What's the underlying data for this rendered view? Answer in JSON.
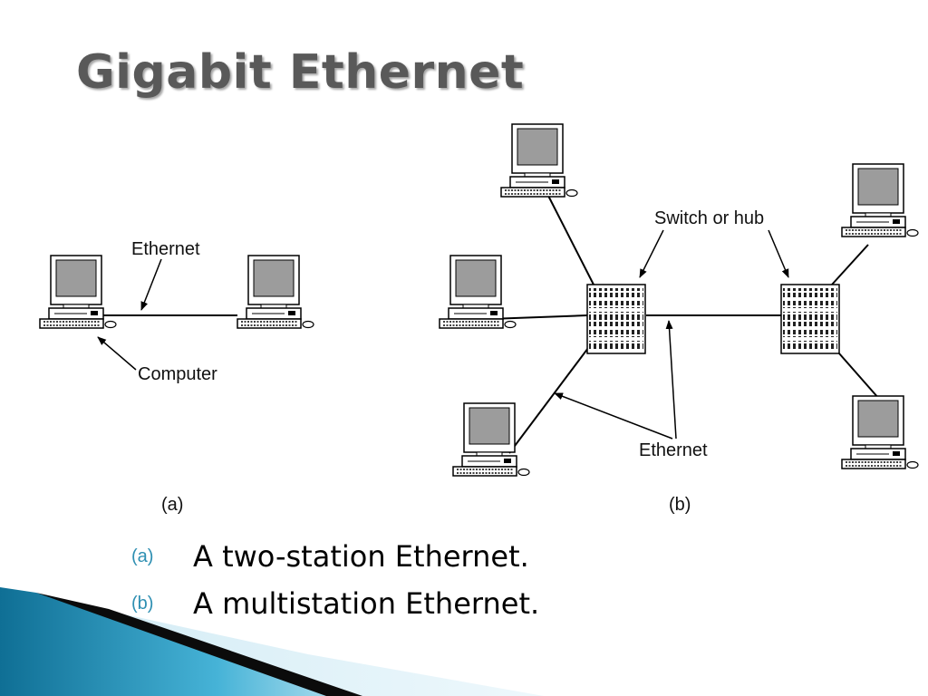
{
  "slide": {
    "title": "Gigabit Ethernet"
  },
  "diagram": {
    "label_ethernet_a": "Ethernet",
    "label_computer": "Computer",
    "label_switch": "Switch or hub",
    "label_ethernet_b": "Ethernet",
    "label_a": "(a)",
    "label_b": "(b)"
  },
  "captions": [
    {
      "marker": "(a)",
      "text": "A two-station Ethernet."
    },
    {
      "marker": "(b)",
      "text": "A multistation Ethernet."
    }
  ],
  "colors": {
    "title": "#595959",
    "marker": "#2e8fb2",
    "swoosh_blue": "#1f7fa3",
    "swoosh_light": "#9fd6ea"
  },
  "icons": {
    "computer": "computer-icon",
    "switch": "switch-icon"
  }
}
